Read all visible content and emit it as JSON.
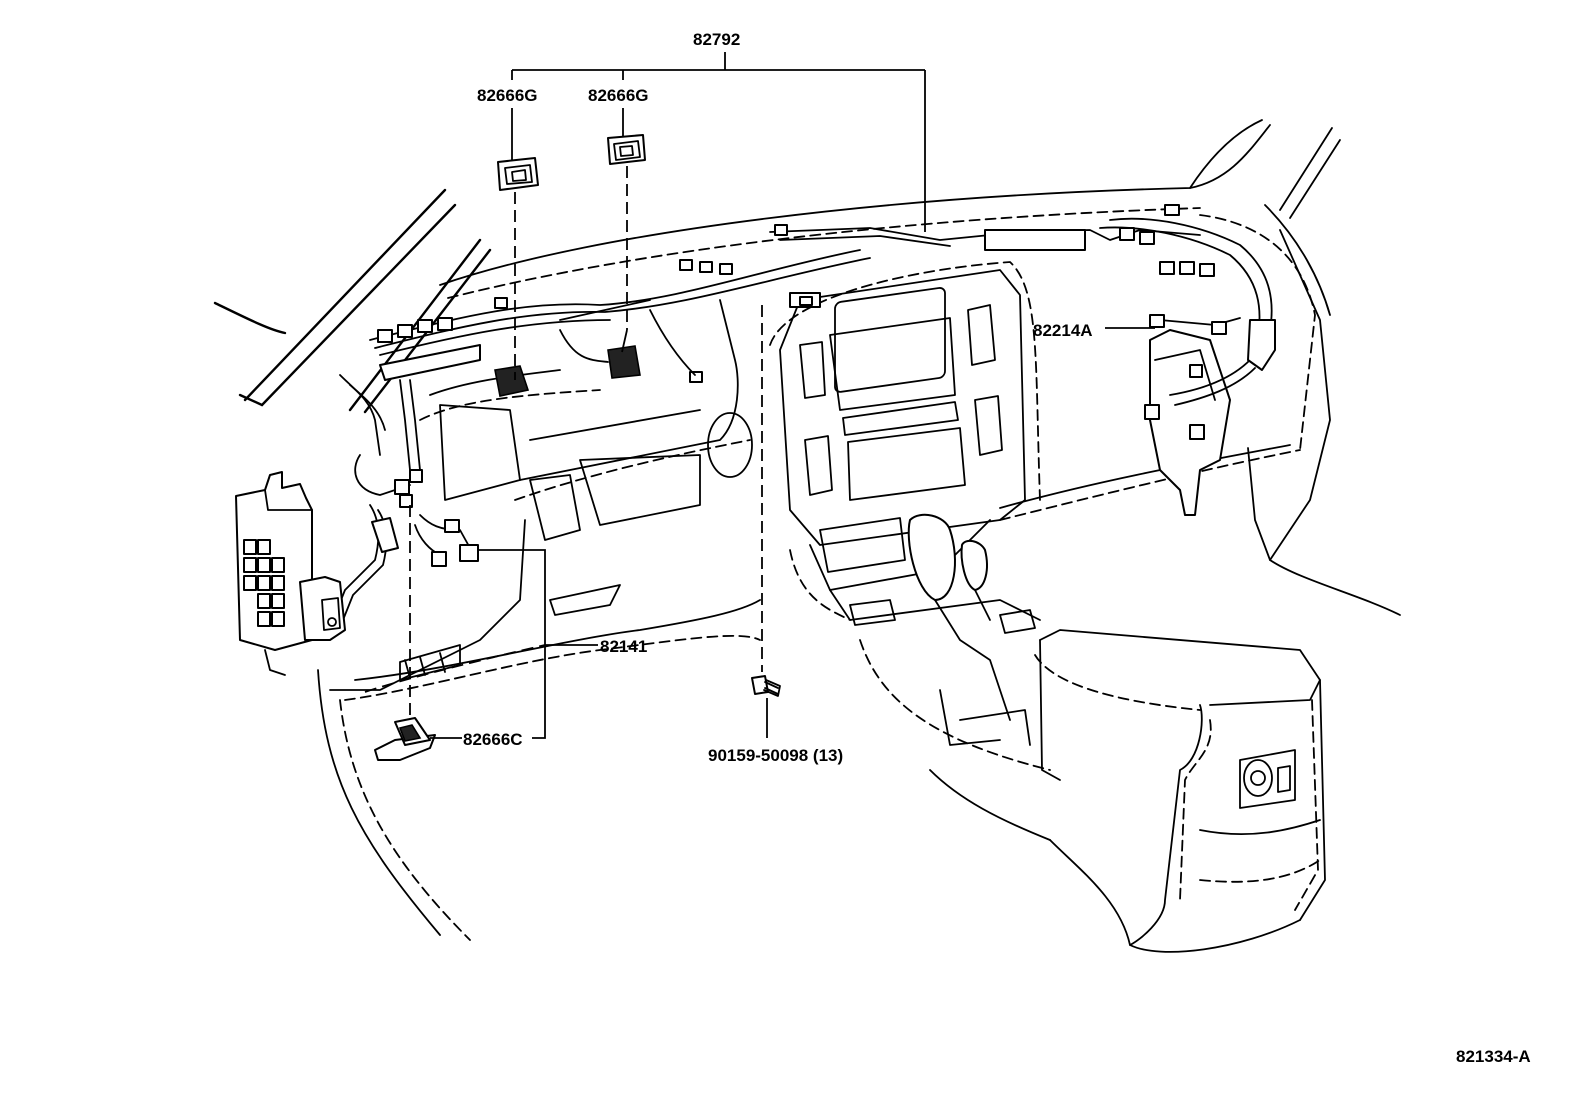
{
  "labels": {
    "assembly": "82792",
    "connector_g_left": "82666G",
    "connector_g_right": "82666G",
    "junction_block_wire": "82214A",
    "wire_82141": "82141",
    "connector_c": "82666C",
    "bolt": "90159-50098 (13)",
    "figure_code": "821334-A"
  }
}
